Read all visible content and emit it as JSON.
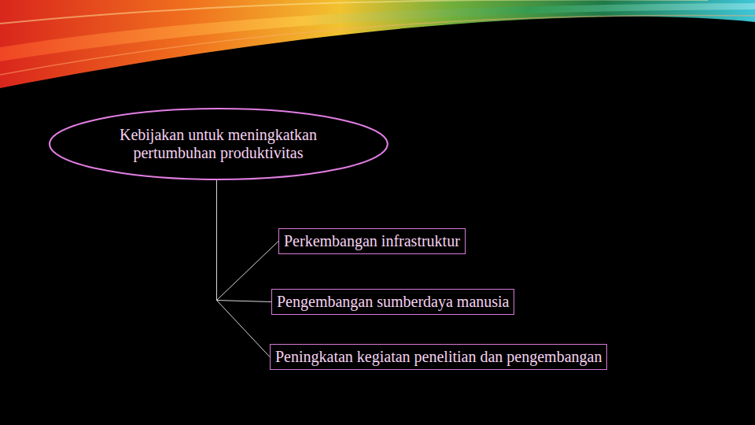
{
  "diagram": {
    "nodes": [
      {
        "text": [
          "Kebijakan untuk meningkatkan pertumbuhan produktivitas"
        ]
      },
      {
        "text": [
          "Perkembangan infrastruktur"
        ]
      },
      {
        "text": [
          "Pengembangan sumberdaya manusia"
        ]
      },
      {
        "text": [
          "Peningkatan kegiatan penelitian dan pengembangan"
        ]
      }
    ],
    "edges": [
      {
        "from": 0,
        "to": 1,
        "arrow": "none"
      },
      {
        "from": 0,
        "to": 2,
        "arrow": "none"
      },
      {
        "from": 0,
        "to": 3,
        "arrow": "none"
      }
    ]
  }
}
